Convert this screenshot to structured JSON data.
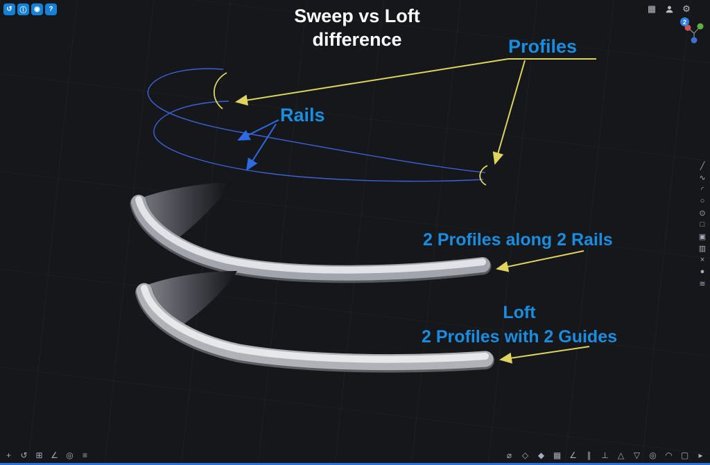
{
  "title": {
    "line1": "Sweep vs Loft",
    "line2": "difference"
  },
  "annotations": {
    "profiles": "Profiles",
    "rails": "Rails",
    "sweep_label": "2 Profiles along 2 Rails",
    "loft_label1": "Loft",
    "loft_label2": "2 Profiles with 2 Guides"
  },
  "gizmo": {
    "badge": "2"
  },
  "colors": {
    "background": "#16171b",
    "label_blue": "#1b8de0",
    "annotation_yellow": "#ded45e",
    "rail_blue": "#3c62d9",
    "arrow_blue": "#2e6ae4",
    "button_blue": "#1581d8",
    "bottom_bar_blue": "#2e6fd6"
  },
  "topLeftButtons": [
    {
      "name": "undo-button",
      "glyph": "↺"
    },
    {
      "name": "info-button",
      "glyph": "ⓘ"
    },
    {
      "name": "orbit-button",
      "glyph": "◉"
    },
    {
      "name": "help-button",
      "glyph": "?"
    }
  ],
  "topRightIcons": [
    {
      "name": "grid-apps-icon",
      "glyph": "▦"
    },
    {
      "name": "user-icon"
    },
    {
      "name": "settings-gear-icon",
      "glyph": "⚙"
    }
  ],
  "rightToolbar": [
    {
      "name": "line-tool",
      "glyph": "╱"
    },
    {
      "name": "curve-tool",
      "glyph": "∿"
    },
    {
      "name": "arc-tool",
      "glyph": "◜"
    },
    {
      "name": "circle-tool",
      "glyph": "○"
    },
    {
      "name": "center-circle-tool",
      "glyph": "⊙"
    },
    {
      "name": "rectangle-tool",
      "glyph": "□"
    },
    {
      "name": "box-tool",
      "glyph": "▣"
    },
    {
      "name": "cylinder-tool",
      "glyph": "▥"
    },
    {
      "name": "trim-tool",
      "glyph": "×"
    },
    {
      "name": "sphere-tool",
      "glyph": "●"
    },
    {
      "name": "offset-tool",
      "glyph": "≋"
    }
  ],
  "bottomLeftToolbar": [
    {
      "name": "move-tool",
      "glyph": "+"
    },
    {
      "name": "rotate-tool",
      "glyph": "↺"
    },
    {
      "name": "scale-tool",
      "glyph": "⊞"
    },
    {
      "name": "snap-toggle",
      "glyph": "∠"
    },
    {
      "name": "pivot-tool",
      "glyph": "◎"
    },
    {
      "name": "outliner-toggle",
      "glyph": "≡"
    }
  ],
  "bottomRightToolbar": [
    {
      "name": "diameter-snap",
      "glyph": "⌀"
    },
    {
      "name": "wireframe-mode",
      "glyph": "◇"
    },
    {
      "name": "shaded-mode",
      "glyph": "◆"
    },
    {
      "name": "grid-toggle",
      "glyph": "▦"
    },
    {
      "name": "angle-snap",
      "glyph": "∠"
    },
    {
      "name": "parallel-snap",
      "glyph": "∥"
    },
    {
      "name": "perpendicular-snap",
      "glyph": "⊥"
    },
    {
      "name": "triangle-snap",
      "glyph": "△"
    },
    {
      "name": "inverted-triangle-snap",
      "glyph": "▽"
    },
    {
      "name": "center-snap",
      "glyph": "◎"
    },
    {
      "name": "tangent-snap",
      "glyph": "◠"
    },
    {
      "name": "square-snap",
      "glyph": "▢"
    },
    {
      "name": "expand-button",
      "glyph": "▸"
    }
  ]
}
